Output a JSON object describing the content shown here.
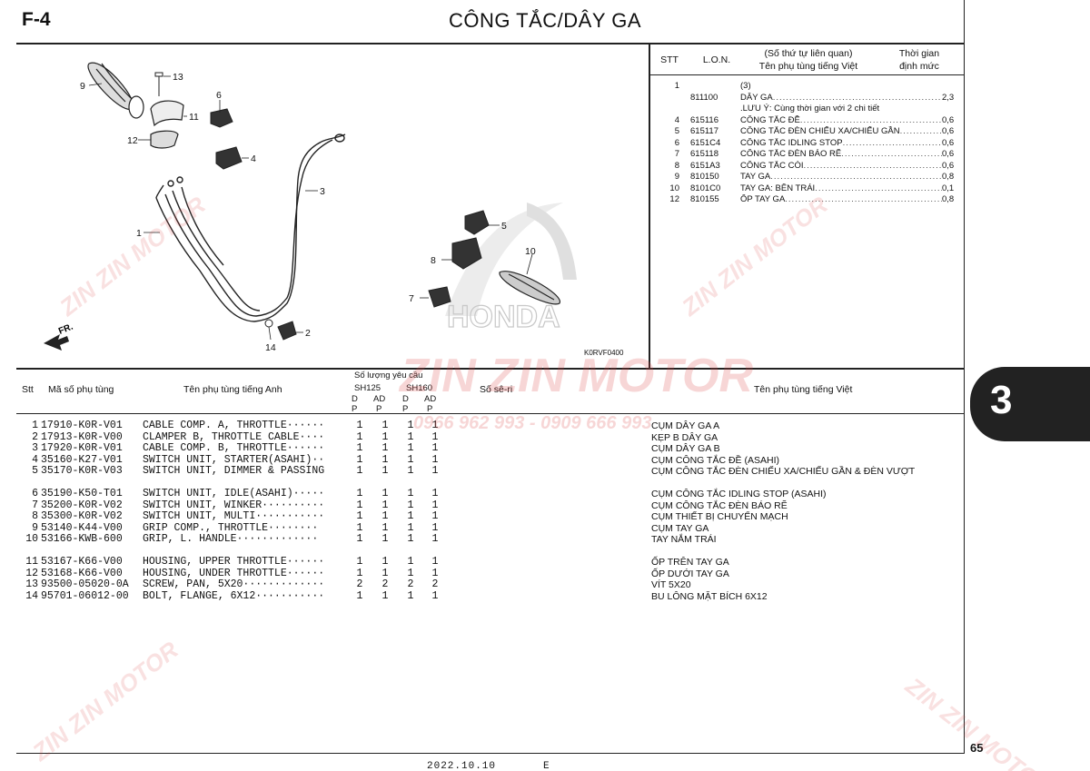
{
  "header": {
    "section_code": "F-4",
    "title": "CÔNG TẮC/DÂY GA"
  },
  "diagram": {
    "figure_code": "K0RVF0400",
    "direction_label": "FR.",
    "brand_logo": "HONDA",
    "callouts": [
      "1",
      "2",
      "3",
      "4",
      "5",
      "6",
      "7",
      "8",
      "9",
      "10",
      "11",
      "12",
      "13",
      "14"
    ]
  },
  "labor_table": {
    "col_stt": "STT",
    "col_lon": "L.O.N.",
    "col_name_line1": "(Số thứ tự liên quan)",
    "col_name_line2": "Tên phụ tùng tiếng Việt",
    "col_time_line1": "Thời gian",
    "col_time_line2": "định mức",
    "rows": [
      {
        "stt": "1",
        "lon": "",
        "name": "(3)",
        "time": ""
      },
      {
        "stt": "",
        "lon": "811100",
        "name": "DÂY GA",
        "time": "2,3"
      },
      {
        "stt": "",
        "lon": "",
        "name": ".LƯU Ý: Cùng thời gian với 2 chi tiết",
        "time": ""
      },
      {
        "stt": "4",
        "lon": "615116",
        "name": "CÔNG TẮC ĐỀ",
        "time": "0,6"
      },
      {
        "stt": "5",
        "lon": "615117",
        "name": "CÔNG TẮC ĐÈN CHIẾU XA/CHIẾU GẦN",
        "time": "0,6"
      },
      {
        "stt": "6",
        "lon": "6151C4",
        "name": "CÔNG TẮC IDLING STOP",
        "time": "0,6"
      },
      {
        "stt": "7",
        "lon": "615118",
        "name": "CÔNG TẮC ĐÈN BÁO RẼ",
        "time": "0,6"
      },
      {
        "stt": "8",
        "lon": "6151A3",
        "name": "CÔNG TẮC CÒI",
        "time": "0,6"
      },
      {
        "stt": "9",
        "lon": "810150",
        "name": "TAY GA",
        "time": "0,8"
      },
      {
        "stt": "10",
        "lon": "8101C0",
        "name": "TAY GA: BÊN TRÁI",
        "time": "0,1"
      },
      {
        "stt": "12",
        "lon": "810155",
        "name": "ỐP TAY GA",
        "time": "0,8"
      }
    ]
  },
  "parts_table": {
    "col_stt": "Stt",
    "col_part_no": "Mã số phụ tùng",
    "col_name_en": "Tên phụ tùng tiếng Anh",
    "col_qty": "Số lượng yêu cầu",
    "model_1": "SH125",
    "model_2": "SH160",
    "sub_d": "D",
    "sub_ad": "AD",
    "sub_p": "P",
    "col_serial": "Số sê-ri",
    "col_name_vn": "Tên phụ tùng tiếng Việt",
    "groups": [
      [
        {
          "no": "1",
          "pn": "17910-K0R-V01",
          "en": "CABLE COMP. A, THROTTLE······",
          "q": [
            "1",
            "1",
            "1",
            "1"
          ],
          "vn": "CỤM DÂY GA A"
        },
        {
          "no": "2",
          "pn": "17913-K0R-V00",
          "en": "CLAMPER B, THROTTLE CABLE····",
          "q": [
            "1",
            "1",
            "1",
            "1"
          ],
          "vn": "KẸP B DÂY GA"
        },
        {
          "no": "3",
          "pn": "17920-K0R-V01",
          "en": "CABLE COMP. B, THROTTLE······",
          "q": [
            "1",
            "1",
            "1",
            "1"
          ],
          "vn": "CỤM DÂY GA B"
        },
        {
          "no": "4",
          "pn": "35160-K27-V01",
          "en": "SWITCH UNIT, STARTER(ASAHI)··",
          "q": [
            "1",
            "1",
            "1",
            "1"
          ],
          "vn": "CỤM CÔNG TẮC ĐỀ (ASAHI)"
        },
        {
          "no": "5",
          "pn": "35170-K0R-V03",
          "en": "SWITCH UNIT, DIMMER & PASSING",
          "q": [
            "1",
            "1",
            "1",
            "1"
          ],
          "vn": "CỤM CÔNG TẮC ĐÈN CHIẾU XA/CHIẾU GẦN & ĐÈN VƯỢT"
        }
      ],
      [
        {
          "no": "6",
          "pn": "35190-K50-T01",
          "en": "SWITCH UNIT, IDLE(ASAHI)·····",
          "q": [
            "1",
            "1",
            "1",
            "1"
          ],
          "vn": "CỤM CÔNG TẮC IDLING STOP (ASAHI)"
        },
        {
          "no": "7",
          "pn": "35200-K0R-V02",
          "en": "SWITCH UNIT, WINKER··········",
          "q": [
            "1",
            "1",
            "1",
            "1"
          ],
          "vn": "CỤM CÔNG TẮC ĐÈN BÁO RẼ"
        },
        {
          "no": "8",
          "pn": "35300-K0R-V02",
          "en": "SWITCH UNIT, MULTI···········",
          "q": [
            "1",
            "1",
            "1",
            "1"
          ],
          "vn": "CỤM THIẾT BỊ CHUYỂN MẠCH"
        },
        {
          "no": "9",
          "pn": "53140-K44-V00",
          "en": "GRIP COMP., THROTTLE········",
          "q": [
            "1",
            "1",
            "1",
            "1"
          ],
          "vn": "CỤM TAY GA"
        },
        {
          "no": "10",
          "pn": "53166-KWB-600",
          "en": "GRIP, L. HANDLE·············",
          "q": [
            "1",
            "1",
            "1",
            "1"
          ],
          "vn": "TAY NẮM TRÁI"
        }
      ],
      [
        {
          "no": "11",
          "pn": "53167-K66-V00",
          "en": "HOUSING, UPPER THROTTLE······",
          "q": [
            "1",
            "1",
            "1",
            "1"
          ],
          "vn": "ỐP TRÊN TAY GA"
        },
        {
          "no": "12",
          "pn": "53168-K66-V00",
          "en": "HOUSING, UNDER THROTTLE······",
          "q": [
            "1",
            "1",
            "1",
            "1"
          ],
          "vn": "ỐP DƯỚI TAY GA"
        },
        {
          "no": "13",
          "pn": "93500-05020-0A",
          "en": "SCREW, PAN, 5X20·············",
          "q": [
            "2",
            "2",
            "2",
            "2"
          ],
          "vn": "VÍT 5X20"
        },
        {
          "no": "14",
          "pn": "95701-06012-00",
          "en": "BOLT, FLANGE, 6X12···········",
          "q": [
            "1",
            "1",
            "1",
            "1"
          ],
          "vn": "BU LÔNG MẶT BÍCH 6X12"
        }
      ]
    ]
  },
  "section_tab": "3",
  "page_number": "65",
  "footer": {
    "date": "2022.10.10",
    "edition": "E"
  },
  "watermark": {
    "brand": "ZIN ZIN MOTOR",
    "phone": "0966 962 993 - 0909 666 993"
  }
}
